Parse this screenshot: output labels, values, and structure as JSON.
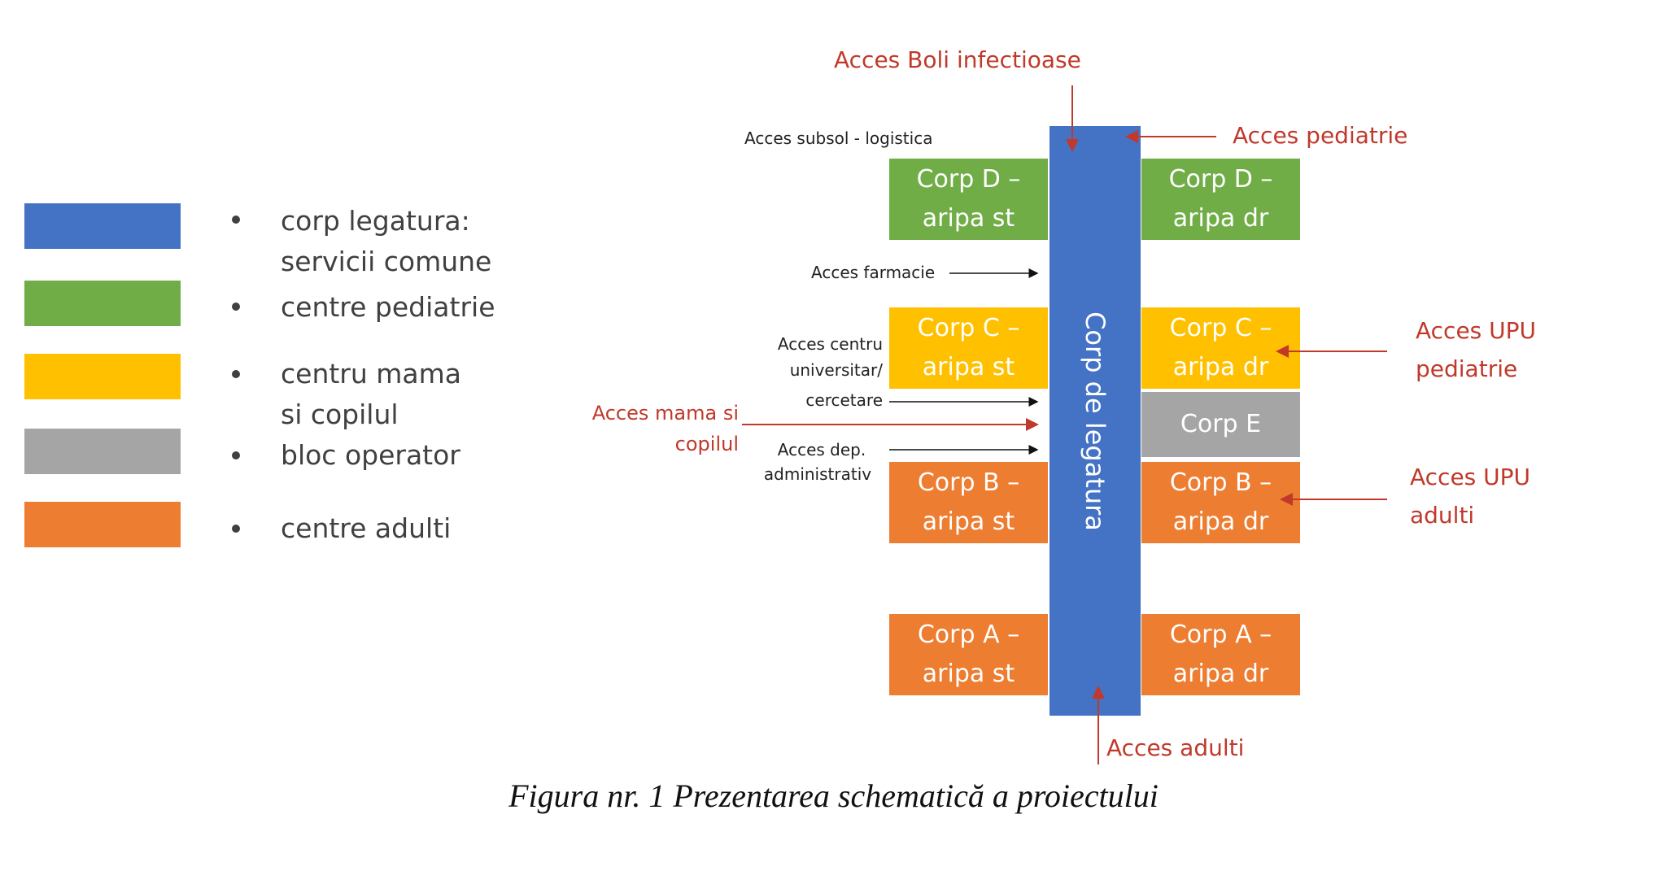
{
  "legend": [
    {
      "color": "#4472C4",
      "lines": [
        "corp legatura:",
        "servicii comune"
      ]
    },
    {
      "color": "#70AD47",
      "lines": [
        "centre pediatrie"
      ]
    },
    {
      "color": "#FFC000",
      "lines": [
        "centru mama",
        "si copilul"
      ]
    },
    {
      "color": "#A5A5A5",
      "lines": [
        "bloc operator"
      ]
    },
    {
      "color": "#ED7D31",
      "lines": [
        "centre adulti"
      ]
    }
  ],
  "blocks": {
    "d_st": [
      "Corp D –",
      "aripa st"
    ],
    "d_dr": [
      "Corp D –",
      "aripa dr"
    ],
    "c_st": [
      "Corp C –",
      "aripa st"
    ],
    "c_dr": [
      "Corp C –",
      "aripa dr"
    ],
    "e": [
      "Corp E"
    ],
    "b_st": [
      "Corp B –",
      "aripa st"
    ],
    "b_dr": [
      "Corp B –",
      "aripa dr"
    ],
    "a_st": [
      "Corp A –",
      "aripa st"
    ],
    "a_dr": [
      "Corp A –",
      "aripa dr"
    ]
  },
  "corp_legatura": "Corp de legatura",
  "access_labels": {
    "boli_infectioase": "Acces Boli infectioase",
    "subsol_logistica": "Acces subsol - logistica",
    "pediatrie": "Acces pediatrie",
    "farmacie": "Acces farmacie",
    "centru_univ": [
      "Acces centru",
      "universitar/",
      "cercetare"
    ],
    "mama_copilul": [
      "Acces mama si",
      "copilul"
    ],
    "dep_administrativ": [
      "Acces dep.",
      "administrativ"
    ],
    "upu_pediatrie": [
      "Acces UPU",
      "pediatrie"
    ],
    "upu_adulti": [
      "Acces UPU",
      "adulti"
    ],
    "adulti": "Acces adulti"
  },
  "caption": "Figura nr. 1 Prezentarea schematică a proiectului"
}
